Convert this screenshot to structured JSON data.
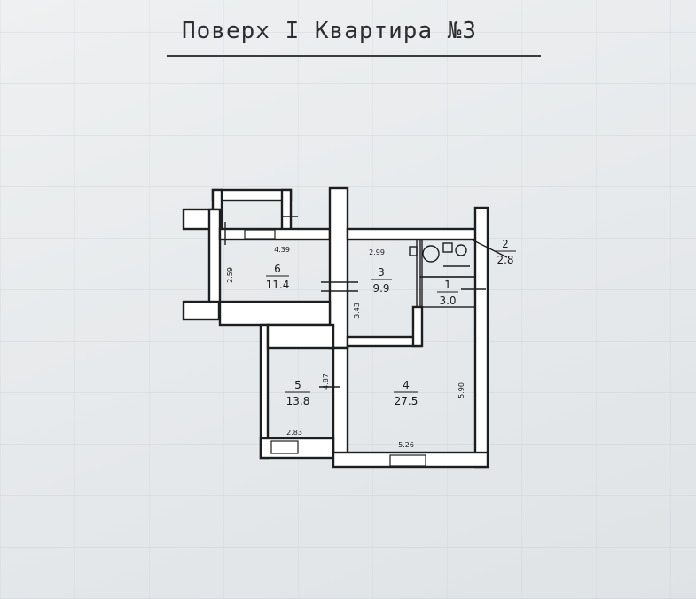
{
  "title": "Поверх I Квартира №3",
  "rooms": [
    {
      "id": "6",
      "area": "11.4"
    },
    {
      "id": "3",
      "area": "9.9"
    },
    {
      "id": "2",
      "area": "2.8"
    },
    {
      "id": "1",
      "area": "3.0"
    },
    {
      "id": "5",
      "area": "13.8"
    },
    {
      "id": "4",
      "area": "27.5"
    }
  ],
  "dimensions": {
    "room6_width": "4.39",
    "room6_depth": "2.59",
    "room3_width": "2.99",
    "room3_depth": "3.43",
    "room5_depth": "4.87",
    "room5_width": "2.83",
    "room4_width": "5.26",
    "room4_depth": "5.90"
  }
}
